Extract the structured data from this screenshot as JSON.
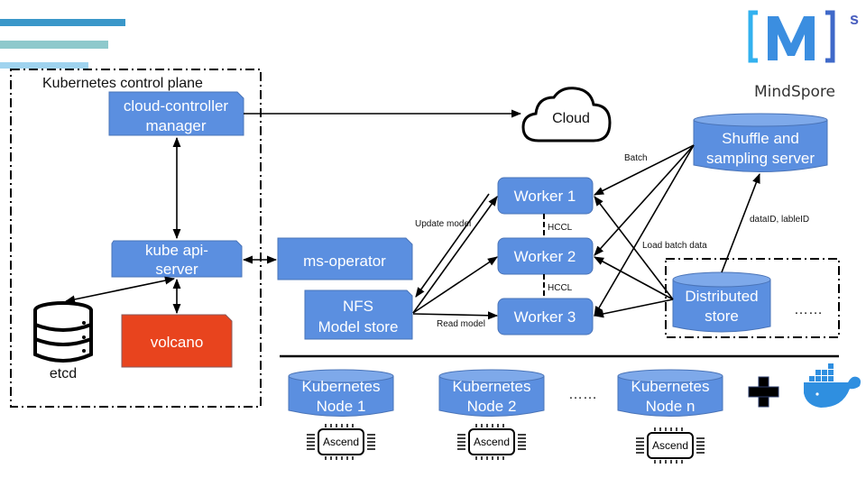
{
  "logo": {
    "mark": "[M]",
    "superscript": "s",
    "name": "MindSpore"
  },
  "colors": {
    "node_blue": "#5b8fe0",
    "volcano_red": "#e8441e",
    "stripe_1": "#3a97c9",
    "stripe_2": "#8ec9cc",
    "stripe_3": "#9fd3ef",
    "docker_blue": "#2f8fe0"
  },
  "control_plane": {
    "title": "Kubernetes control plane",
    "cloud_controller": [
      "cloud-controller",
      "manager"
    ],
    "api_server": [
      "kube api-",
      "server"
    ],
    "volcano": "volcano",
    "etcd": "etcd"
  },
  "cloud": {
    "label": "Cloud"
  },
  "ms_operator": {
    "label": "ms-operator"
  },
  "nfs": {
    "line1": "NFS",
    "line2": "Model store"
  },
  "workers": [
    {
      "label": "Worker 1"
    },
    {
      "label": "Worker 2"
    },
    {
      "label": "Worker 3"
    }
  ],
  "hccl_labels": [
    "HCCL",
    "HCCL"
  ],
  "shuffle_server": {
    "line1": "Shuffle and",
    "line2": "sampling server"
  },
  "distributed_store": {
    "line1": "Distributed",
    "line2": "store",
    "more": "……"
  },
  "edge_labels": {
    "update_model": "Update model",
    "read_model": "Read model",
    "batch": "Batch",
    "load_batch_data": "Load batch data",
    "data_label_ids": "dataID, lableID"
  },
  "nodes": [
    {
      "line1": "Kubernetes",
      "line2": "Node 1",
      "chip": "Ascend"
    },
    {
      "line1": "Kubernetes",
      "line2": "Node 2",
      "chip": "Ascend"
    },
    {
      "line1": "Kubernetes",
      "line2": "Node n",
      "chip": "Ascend"
    }
  ],
  "nodes_ellipsis": "……",
  "plus_sign": "+",
  "docker_icon": "docker-whale-icon"
}
